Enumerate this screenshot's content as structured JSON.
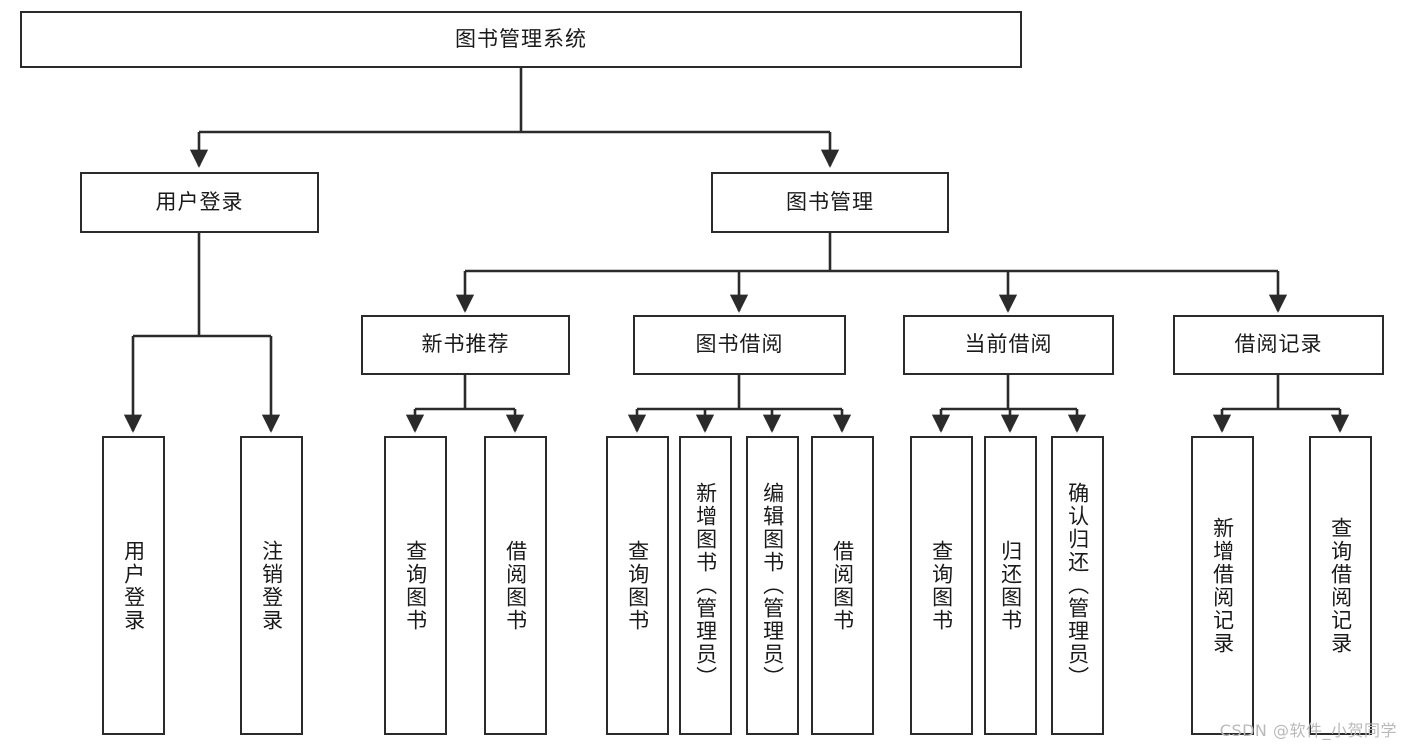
{
  "diagram": {
    "title": "图书管理系统",
    "type": "functional-structure-tree",
    "root": {
      "id": "root",
      "label": "图书管理系统"
    },
    "level2": [
      {
        "id": "user-login",
        "label": "用户登录"
      },
      {
        "id": "book-manage",
        "label": "图书管理"
      }
    ],
    "level3": [
      {
        "id": "new-book-recommend",
        "label": "新书推荐"
      },
      {
        "id": "book-borrow",
        "label": "图书借阅"
      },
      {
        "id": "current-borrow",
        "label": "当前借阅"
      },
      {
        "id": "borrow-record",
        "label": "借阅记录"
      }
    ],
    "leaves": {
      "user_login": [
        {
          "id": "leaf-user-login",
          "label": "用户登录"
        },
        {
          "id": "leaf-logout-login",
          "label": "注销登录"
        }
      ],
      "new_book_recommend": [
        {
          "id": "leaf-query-book-1",
          "label": "查询图书"
        },
        {
          "id": "leaf-borrow-book-1",
          "label": "借阅图书"
        }
      ],
      "book_borrow": [
        {
          "id": "leaf-query-book-2",
          "label": "查询图书"
        },
        {
          "id": "leaf-add-book",
          "label": "新增图书（管理员）"
        },
        {
          "id": "leaf-edit-book",
          "label": "编辑图书（管理员）"
        },
        {
          "id": "leaf-borrow-book-2",
          "label": "借阅图书"
        }
      ],
      "current_borrow": [
        {
          "id": "leaf-query-book-3",
          "label": "查询图书"
        },
        {
          "id": "leaf-return-book",
          "label": "归还图书"
        },
        {
          "id": "leaf-confirm-return",
          "label": "确认归还（管理员）"
        }
      ],
      "borrow_record": [
        {
          "id": "leaf-add-record",
          "label": "新增借阅记录"
        },
        {
          "id": "leaf-query-record",
          "label": "查询借阅记录"
        }
      ]
    },
    "colors": {
      "stroke": "#2b2b2b",
      "background": "#ffffff",
      "text": "#1a1a1a",
      "watermark": "#b9b9b9"
    },
    "watermark": "CSDN @软件_小贺同学"
  }
}
